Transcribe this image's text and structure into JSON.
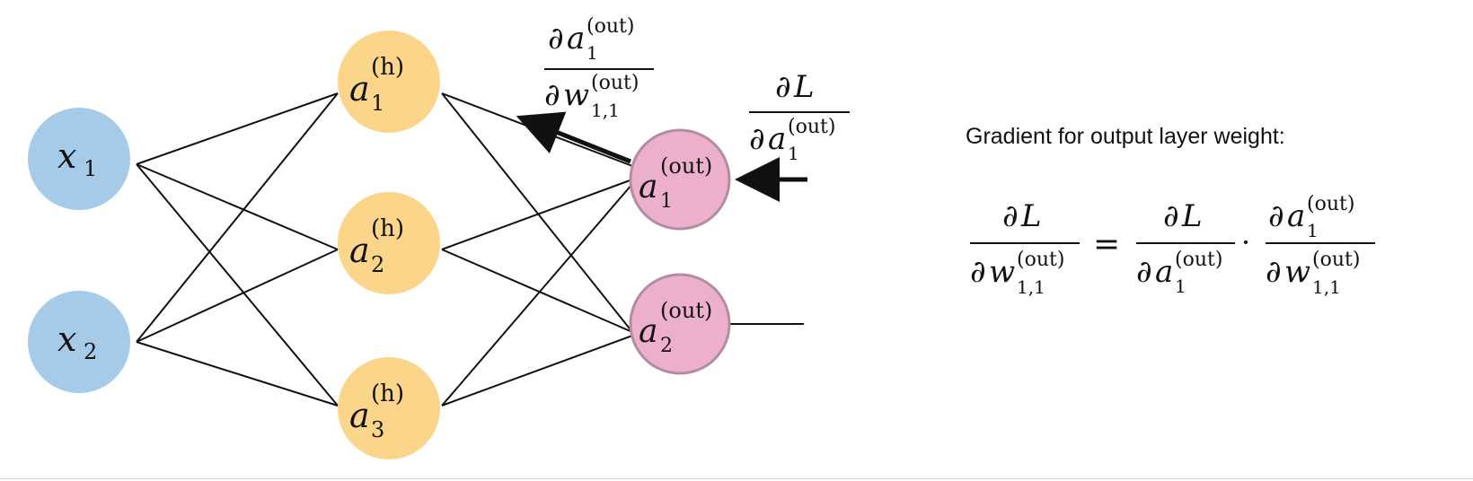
{
  "note": "Gradient for output layer weight:",
  "symbols": {
    "partial": "∂",
    "loss": "L",
    "a": "a",
    "w": "w",
    "x": "x",
    "out": "(out)",
    "hidden": "(h)",
    "sub_1": "1",
    "sub_2": "2",
    "sub_3": "3",
    "sub_11": "1,1",
    "equals": "=",
    "dot": "·"
  },
  "colors": {
    "input": "#a6cbe8",
    "hidden": "#fbd68a",
    "output": "#edb0cc",
    "output_stroke": "#b48ca0",
    "edge": "#111111"
  }
}
